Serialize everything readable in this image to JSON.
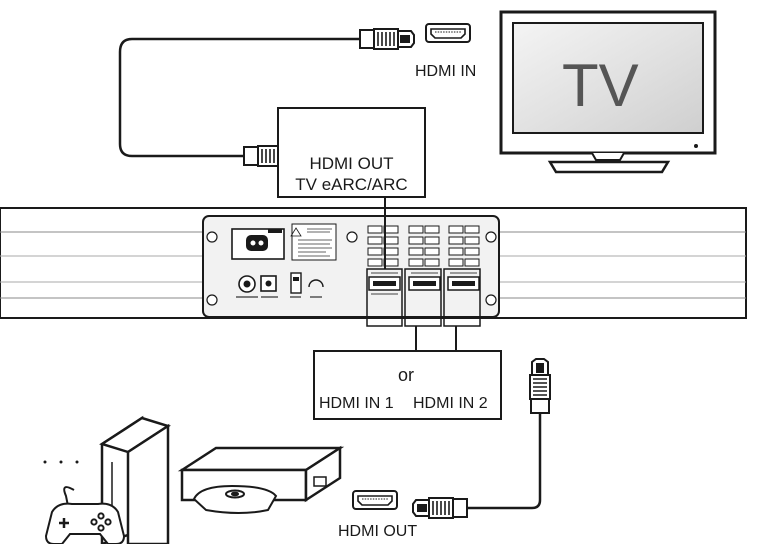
{
  "tv": {
    "screen_text": "TV",
    "port_label": "HDMI IN"
  },
  "soundbar_out": {
    "line1": "HDMI OUT",
    "line2": "TV eARC/ARC"
  },
  "inputs": {
    "in1_label": "HDMI IN 1",
    "connector_word": "or",
    "in2_label": "HDMI IN 2"
  },
  "source": {
    "port_label": "HDMI OUT"
  },
  "colors": {
    "line": "#1a1a1a",
    "panel": "#f2f2f2",
    "screen": "#dcdcdc"
  },
  "icons": [
    "hdmi-port-icon",
    "hdmi-plug-icon",
    "tv-icon",
    "soundbar-icon",
    "console-icon",
    "gamepad-icon",
    "disc-player-icon",
    "disc-icon"
  ]
}
